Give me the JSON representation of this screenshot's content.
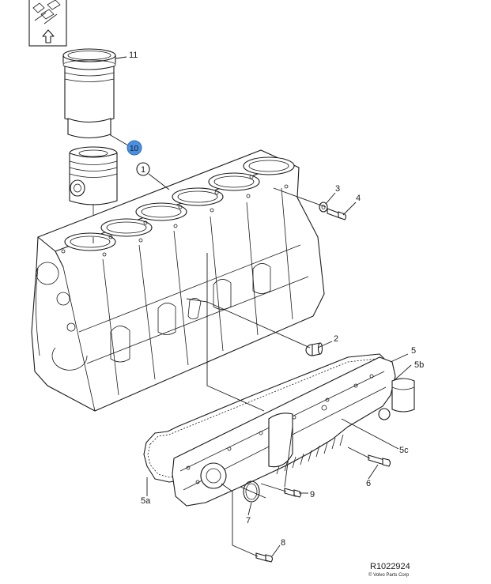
{
  "diagram": {
    "callouts": {
      "c1": "1",
      "c2": "2",
      "c3": "3",
      "c4": "4",
      "c5": "5",
      "c5a": "5a",
      "c5b": "5b",
      "c5c": "5c",
      "c6": "6",
      "c7": "7",
      "c8": "8",
      "c9": "9",
      "c10": "10",
      "c11": "11"
    },
    "highlight_color": "#4a90e2",
    "reference_code": "R1022924",
    "copyright": "© Volvo Parts Corp"
  }
}
